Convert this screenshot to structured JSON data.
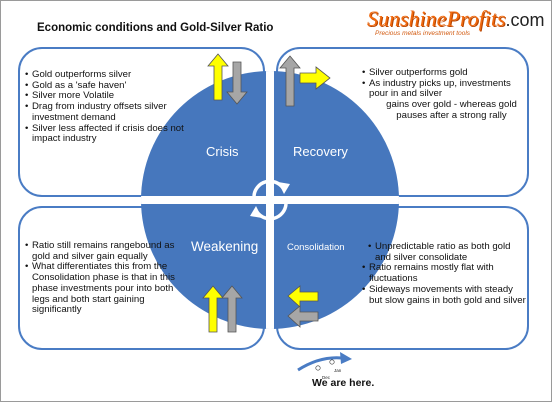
{
  "title": "Economic conditions and Gold-Silver Ratio",
  "logo": {
    "brand": "SunshineProfits",
    "tld": ".com",
    "tagline": "Precious metals investment tools"
  },
  "quadrants": {
    "crisis": {
      "label": "Crisis",
      "bullets": [
        "Gold outperforms silver",
        "Gold as a 'safe haven'",
        "Silver more Volatile",
        "Drag from industry offsets silver investment demand",
        "Silver less affected if crisis does not impact industry"
      ]
    },
    "recovery": {
      "label": "Recovery",
      "bullets": [
        "Silver outperforms gold",
        "As industry picks up, investments pour in and silver"
      ],
      "continuation": "gains over gold - whereas gold pauses after a strong rally"
    },
    "weakening": {
      "label": "Weakening",
      "bullets": [
        "Ratio still remains rangebound as gold and silver gain equally",
        "What differentiates this from the Consolidation phase is that in this phase investments pour into both legs  and both start gaining significantly"
      ]
    },
    "consolidation": {
      "label": "Consolidation",
      "bullets": [
        "Unpredictable ratio as both gold and silver consolidate",
        "Ratio remains mostly flat with fluctuations",
        "Sideways movements with steady but slow gains in both gold and silver"
      ]
    }
  },
  "marker": {
    "label": "We are here.",
    "left_tag": "Dec",
    "right_tag": "Jan"
  },
  "colors": {
    "circle": "#4677bd",
    "box_border": "#4a7cc4",
    "arrow_yellow": "#ffff00",
    "arrow_gray": "#a6a6a6",
    "logo": "#f06a10"
  },
  "icons": {
    "cycle": "cycle-arrows-icon",
    "gold": "yellow-arrow-icon",
    "silver": "gray-arrow-icon"
  }
}
